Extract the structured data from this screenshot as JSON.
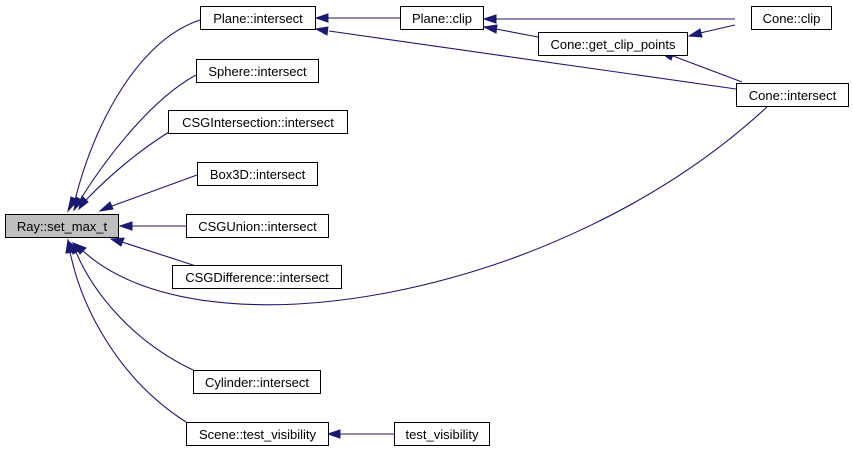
{
  "graph": {
    "edge_color": "#191970",
    "root_fill": "#bfbfbf",
    "nodes": {
      "ray_set_max_t": "Ray::set_max_t",
      "plane_intersect": "Plane::intersect",
      "plane_clip": "Plane::clip",
      "cone_clip": "Cone::clip",
      "cone_get_clip_points": "Cone::get_clip_points",
      "cone_intersect": "Cone::intersect",
      "sphere_intersect": "Sphere::intersect",
      "csgintersection_intersect": "CSGIntersection::intersect",
      "box3d_intersect": "Box3D::intersect",
      "csgunion_intersect": "CSGUnion::intersect",
      "csgdifference_intersect": "CSGDifference::intersect",
      "cylinder_intersect": "Cylinder::intersect",
      "scene_test_visibility": "Scene::test_visibility",
      "test_visibility": "test_visibility"
    }
  }
}
